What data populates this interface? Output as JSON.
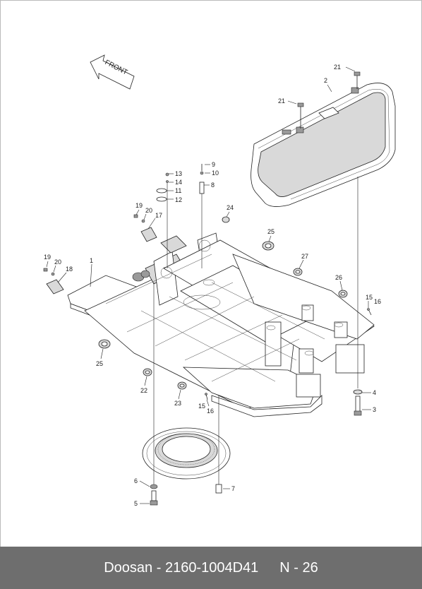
{
  "diagram": {
    "front_label": "FRONT",
    "callouts": [
      "21",
      "2",
      "21",
      "9",
      "10",
      "8",
      "13",
      "14",
      "11",
      "12",
      "19",
      "20",
      "17",
      "24",
      "25",
      "27",
      "19",
      "20",
      "18",
      "1",
      "26",
      "15",
      "16",
      "25",
      "22",
      "23",
      "15",
      "16",
      "4",
      "3",
      "6",
      "5",
      "7"
    ]
  },
  "footer": {
    "brand_code": "Doosan - 2160-1004D41",
    "page": "N - 26"
  }
}
